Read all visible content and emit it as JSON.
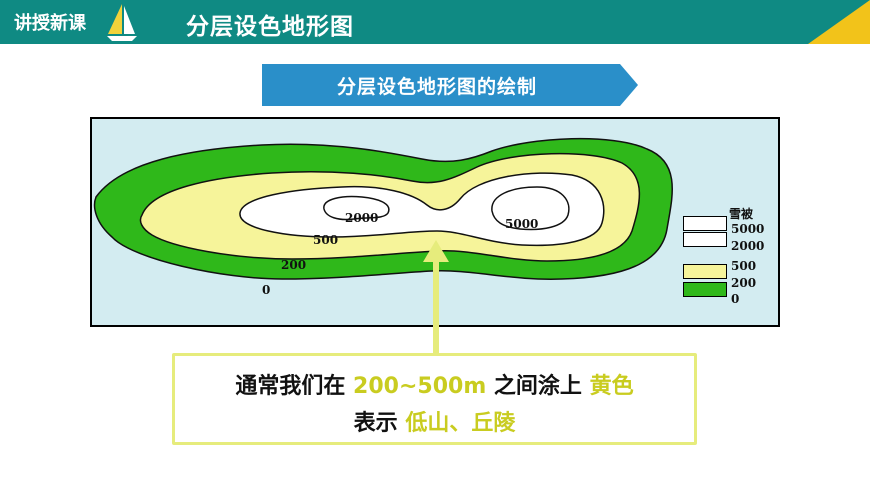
{
  "header": {
    "section_tag": "讲授新课",
    "page_title": "分层设色地形图"
  },
  "subtitle": "分层设色地形图的绘制",
  "map": {
    "contour_labels": [
      "0",
      "200",
      "500",
      "2000",
      "5000"
    ],
    "legend": {
      "title": "雪被",
      "items": [
        {
          "label": "5000",
          "color": "#ffffff"
        },
        {
          "label": "2000",
          "color": "#ffffff"
        },
        {
          "label": "500",
          "color": "#f6f49a"
        },
        {
          "label": "200",
          "color": "#2fb81a"
        },
        {
          "label": "0",
          "color": ""
        }
      ]
    },
    "colors": {
      "water": "#d3ecf1",
      "lowland": "#2fb81a",
      "hills": "#f6f49a",
      "mountain": "#ffffff"
    }
  },
  "callout": {
    "line1_prefix": "通常我们在",
    "line1_range": "200~500m",
    "line1_middle": "之间涂上",
    "line1_color": "黄色",
    "line2_prefix": "表示",
    "line2_terrain": "低山、丘陵"
  },
  "colors": {
    "teal": "#0f8a83",
    "subtitle_bg": "#2a8fc9",
    "highlight": "#c9cc20",
    "callout_border": "#e6ec7c"
  }
}
